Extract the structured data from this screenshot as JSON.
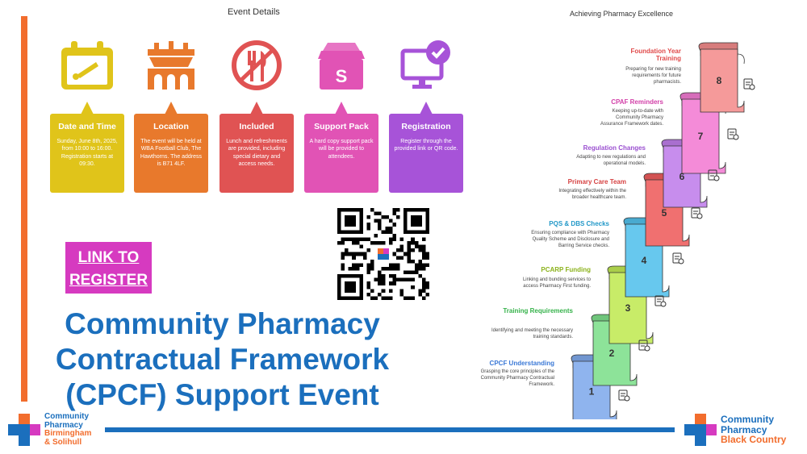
{
  "headers": {
    "event_details": "Event Details",
    "excellence": "Achieving Pharmacy Excellence"
  },
  "cards": [
    {
      "title": "Date and Time",
      "text": "Sunday, June 8th, 2025, from 10:00 to 16:00. Registration starts at 09:30.",
      "color": "#e0c41a",
      "icon": "calendar-icon"
    },
    {
      "title": "Location",
      "text": "The event will be held at WBA Football Club, The Hawthorns. The address is B71 4LF.",
      "color": "#e8792c",
      "icon": "stadium-icon"
    },
    {
      "title": "Included",
      "text": "Lunch and refreshments are provided, including special dietary and access needs.",
      "color": "#e05353",
      "icon": "cutlery-icon"
    },
    {
      "title": "Support Pack",
      "text": "A hard copy support pack will be provided to attendees.",
      "color": "#e153b5",
      "icon": "package-icon"
    },
    {
      "title": "Registration",
      "text": "Register through the provided link or QR code.",
      "color": "#a753d8",
      "icon": "monitor-check-icon"
    }
  ],
  "register": {
    "label_line1": "LINK TO",
    "label_line2": "REGISTER",
    "color": "#d63ac0"
  },
  "headline": {
    "line1": "Community Pharmacy",
    "line2": "Contractual Framework",
    "line3": "(CPCF) Support Event",
    "color": "#1b6fbd"
  },
  "steps": [
    {
      "num": "1",
      "title": "CPCF Understanding",
      "desc": "Grasping the core principles of the Community Pharmacy Contractual Framework.",
      "color": "#8fb4ee",
      "title_color": "#3a78d6",
      "icon": "prescription-icon"
    },
    {
      "num": "2",
      "title": "Training Requirements",
      "desc": "Identifying and meeting the necessary training standards.",
      "color": "#8de399",
      "title_color": "#35b24a",
      "icon": "whiteboard-icon"
    },
    {
      "num": "3",
      "title": "PCARP Funding",
      "desc": "Linking and bunding services to access Pharmacy First funding.",
      "color": "#c8ec68",
      "title_color": "#8bb21b",
      "icon": "funding-icon"
    },
    {
      "num": "4",
      "title": "PQS & DBS Checks",
      "desc": "Ensuring compliance with Pharmacy Quality Scheme and Disclosure and Barring Service checks.",
      "color": "#67c8ee",
      "title_color": "#2298c8",
      "icon": "clipboard-check-icon"
    },
    {
      "num": "5",
      "title": "Primary Care Team",
      "desc": "Integrating effectively within the broader healthcare team.",
      "color": "#f07070",
      "title_color": "#d64242",
      "icon": "team-icon"
    },
    {
      "num": "6",
      "title": "Regulation Changes",
      "desc": "Adapting to new regulations and operational models.",
      "color": "#c78ded",
      "title_color": "#9a4fd0",
      "icon": "settings-icon"
    },
    {
      "num": "7",
      "title": "CPAF Reminders",
      "desc": "Keeping up-to-date with Community Pharmacy Assurance Framework dates.",
      "color": "#f48bd8",
      "title_color": "#d23fa8",
      "icon": "calendar-alert-icon"
    },
    {
      "num": "8",
      "title": "Foundation Year Training",
      "desc": "Preparing for new training requirements for future pharmacists.",
      "color": "#f59a9a",
      "title_color": "#e04a4a",
      "icon": "trainee-icon"
    }
  ],
  "logos": {
    "left": {
      "line1": "Community",
      "line2": "Pharmacy",
      "line3": "Birmingham",
      "line4": "& Solihull"
    },
    "right": {
      "line1": "Community",
      "line2": "Pharmacy",
      "line3": "Black Country"
    }
  },
  "colors": {
    "accent": "#f26d2d",
    "brand_blue": "#1b6fbd",
    "logo_magenta": "#d63ac0"
  }
}
